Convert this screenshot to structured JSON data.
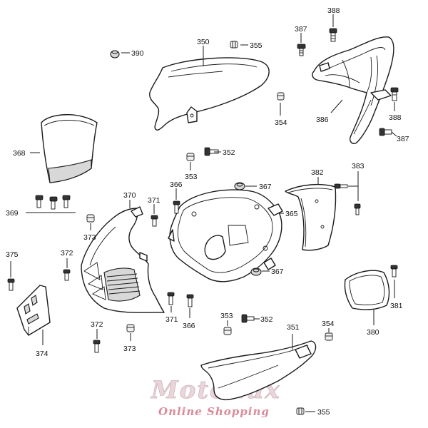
{
  "callouts": [
    "390",
    "350",
    "355",
    "387",
    "388",
    "386",
    "388",
    "387",
    "368",
    "352",
    "353",
    "354",
    "382",
    "383",
    "367",
    "369",
    "370",
    "371",
    "366",
    "365",
    "373",
    "375",
    "372",
    "367",
    "381",
    "380",
    "372",
    "373",
    "371",
    "366",
    "353",
    "352",
    "351",
    "354",
    "374",
    "355"
  ],
  "watermark": {
    "brand": "MotoLux",
    "tagline": "Online Shopping"
  },
  "colors": {
    "line": "#1a1a1a",
    "shade": "#d8d8d8",
    "watermark_brand": "#e9d6db",
    "watermark_tagline": "#d98a98"
  }
}
